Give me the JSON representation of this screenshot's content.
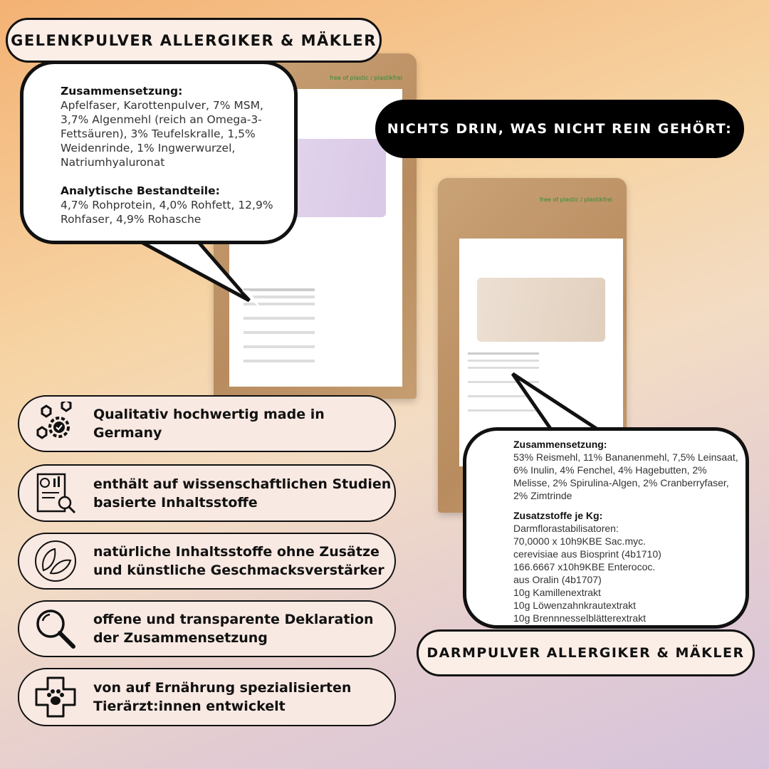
{
  "title_top": "GELENKPULVER ALLERGIKER & MÄKLER",
  "title_middle": "NICHTS DRIN, WAS NICHT REIN GEHÖRT:",
  "title_bottom": "DARMPULVER ALLERGIKER & MÄKLER",
  "pouch1": {
    "tag": "free of plastic / plastikfrei"
  },
  "pouch2": {
    "tag": "free of plastic / plastikfrei"
  },
  "bubble1": {
    "heading1": "Zusammensetzung:",
    "text1": "Apfelfaser, Karottenpulver, 7% MSM, 3,7% Algenmehl (reich an Omega-3-Fettsäuren), 3% Teufelskralle, 1,5% Weidenrinde, 1% Ingwerwurzel, Natriumhyaluronat",
    "heading2": "Analytische Bestandteile:",
    "text2": "4,7% Rohprotein, 4,0% Rohfett, 12,9% Rohfaser, 4,9% Rohasche"
  },
  "bubble2": {
    "heading1": "Zusammensetzung:",
    "text1": "53% Reismehl, 11% Bananenmehl, 7,5% Leinsaat, 6% Inulin, 4% Fenchel, 4% Hagebutten, 2% Melisse, 2% Spirulina-Algen, 2% Cranberryfaser, 2% Zimtrinde",
    "heading2": "Zusatzstoffe je Kg:",
    "lines": [
      "Darmflorastabilisatoren:",
      "70,0000 x 10h9KBE Sac.myc.",
      "cerevisiae aus Biosprint (4b1710)",
      "166.6667 x10h9KBE Enterococ.",
      "aus Oralin (4b1707)",
      "10g Kamillenextrakt",
      "10g Löwenzahnkrautextrakt",
      "10g Brennnesselblätterextrakt"
    ]
  },
  "features": [
    {
      "icon": "quality-gear-icon",
      "text": "Qualitativ hochwertig made in Germany"
    },
    {
      "icon": "research-report-icon",
      "text": "enthält auf wissenschaftlichen Studien basierte Inhaltsstoffe"
    },
    {
      "icon": "leaves-icon",
      "text": "natürliche Inhaltsstoffe ohne Zusätze und künstliche Geschmacksverstärker"
    },
    {
      "icon": "magnifier-icon",
      "text": "offene und transparente Deklaration der Zusammensetzung"
    },
    {
      "icon": "vet-cross-paw-icon",
      "text": "von auf Ernährung spezialisierten Tierärzt:innen entwickelt"
    }
  ]
}
